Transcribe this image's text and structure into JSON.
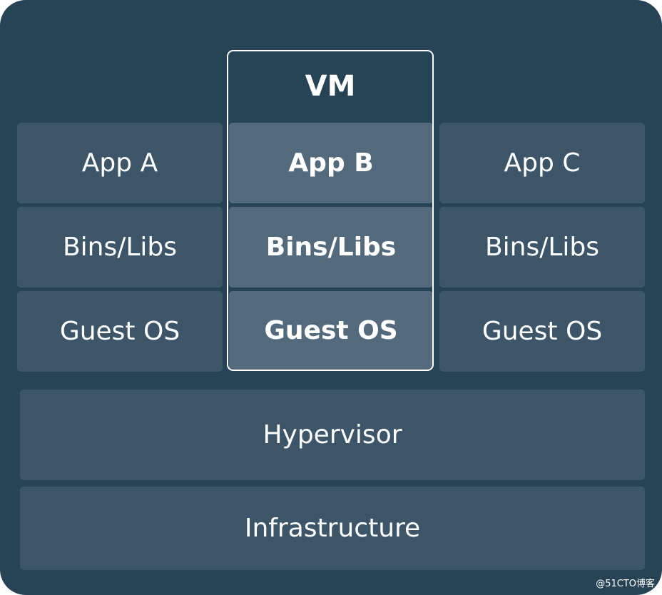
{
  "diagram": {
    "vm_label": "VM",
    "columns": [
      {
        "app": "App A",
        "libs": "Bins/Libs",
        "os": "Guest OS"
      },
      {
        "app": "App B",
        "libs": "Bins/Libs",
        "os": "Guest OS"
      },
      {
        "app": "App C",
        "libs": "Bins/Libs",
        "os": "Guest OS"
      }
    ],
    "hypervisor": "Hypervisor",
    "infrastructure": "Infrastructure",
    "watermark": "@51CTO博客"
  },
  "colors": {
    "background": "#274457",
    "cell": "#3d5568",
    "highlighted_cell": "#536a7c",
    "vm_outline": "#ffffff",
    "text": "#ffffff"
  }
}
